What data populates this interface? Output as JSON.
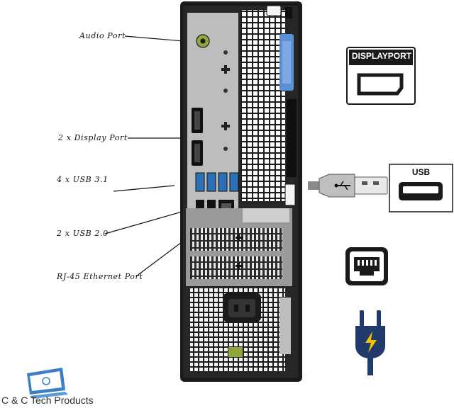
{
  "callouts": {
    "audio": "Audio Port",
    "display": "2 x Display Port",
    "usb3": "4 x USB 3.1",
    "usb2": "2 x USB 2.0",
    "ethernet": "RJ-45 Ethernet Port"
  },
  "legend": {
    "displayport_title": "DISPLAYPORT",
    "usb_title": "USB"
  },
  "brand": {
    "name": "C & C Tech Products"
  },
  "colors": {
    "chassis": "#1a1a1a",
    "panel": "#bdbdbd",
    "usb3_blue": "#2b6fb3",
    "latch_blue": "#5b8fd6",
    "audio_green": "#8ea63a",
    "power_icon_blue": "#1f3a6b",
    "power_bolt_yellow": "#f2c200"
  },
  "icons": [
    "displayport-icon",
    "usb-plug-icon",
    "usb-port-icon",
    "ethernet-port-icon",
    "power-plug-icon",
    "computer-logo-icon"
  ]
}
